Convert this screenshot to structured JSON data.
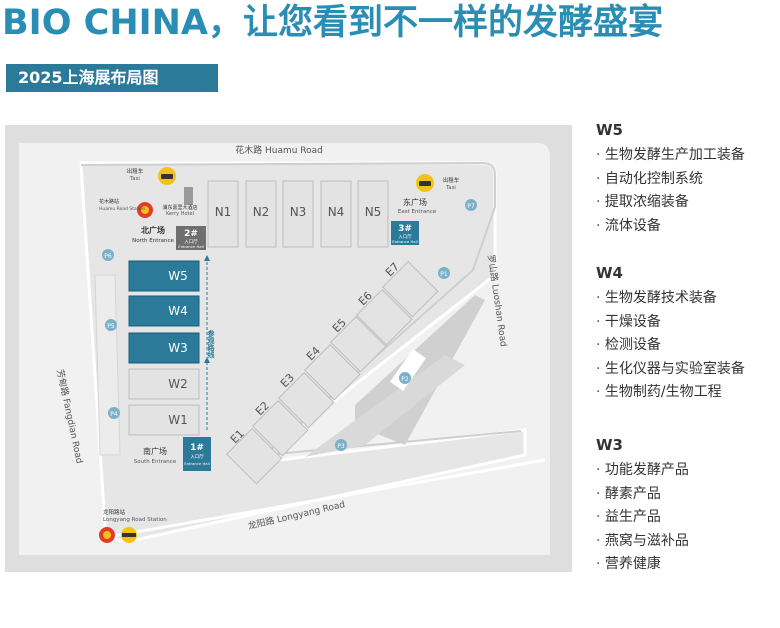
{
  "header": {
    "headline": "BIO CHINA，让您看到不一样的发酵盛宴",
    "subtitle": "2025上海展布局图"
  },
  "map": {
    "roads": {
      "north": "花木路  Huamu Road",
      "south": "龙阳路  Longyang Road",
      "west": "芳甸路  Fangdian Road",
      "east": "罗山路  Luoshan Road"
    },
    "entrances": {
      "north": {
        "num": "2#",
        "cn": "北广场",
        "en": "North Entrance",
        "hall": "入口厅",
        "hall_en": "Entrance Hall"
      },
      "south": {
        "num": "1#",
        "cn": "南广场",
        "en": "South Entrance",
        "hall": "入口厅",
        "hall_en": "Entrance Hall"
      },
      "east": {
        "num": "3#",
        "cn": "东广场",
        "en": "East Entrance",
        "hall": "入口厅",
        "hall_en": "Entrance Hall"
      }
    },
    "halls_north": [
      "N1",
      "N2",
      "N3",
      "N4",
      "N5"
    ],
    "halls_west": [
      "W5",
      "W4",
      "W3",
      "W2",
      "W1"
    ],
    "halls_east": [
      "E1",
      "E2",
      "E3",
      "E4",
      "E5",
      "E6",
      "E7"
    ],
    "highlighted_halls": [
      "W5",
      "W4",
      "W3"
    ],
    "parking": [
      "P1",
      "P2",
      "P3",
      "P4",
      "P5",
      "P6",
      "P7"
    ],
    "visit_route": "参观路线",
    "landmarks": {
      "hotel_cn": "浦东嘉里大酒店",
      "hotel_en": "Kerry Hotel",
      "huamu_station_cn": "花木路站",
      "huamu_station_en": "Huamu Road Station",
      "longyang_station_cn": "龙阳路站",
      "longyang_station_en": "Longyang Road Station",
      "taxi_cn": "出租车",
      "taxi_en": "Taxi"
    },
    "colors": {
      "highlight": "#2b7a9a",
      "hall": "#e6e6e6",
      "hall_border": "#b5b5b5",
      "site": "#e9e9e9",
      "metro": "#e33b2a",
      "taxi": "#f2c21a"
    }
  },
  "legend": [
    {
      "hall": "W5",
      "items": [
        "生物发酵生产加工装备",
        "自动化控制系统",
        "提取浓缩装备",
        "流体设备"
      ]
    },
    {
      "hall": "W4",
      "items": [
        "生物发酵技术装备",
        "干燥设备",
        "检测设备",
        "生化仪器与实验室装备",
        "生物制药/生物工程"
      ]
    },
    {
      "hall": "W3",
      "items": [
        "功能发酵产品",
        "酵素产品",
        "益生产品",
        "燕窝与滋补品",
        "营养健康"
      ]
    }
  ]
}
